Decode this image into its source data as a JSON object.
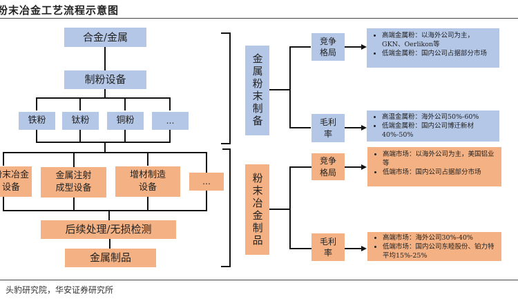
{
  "title": "粉末冶金工艺流程示意图",
  "source": "头豹研究院，华安证券研究所",
  "colors": {
    "blue": "#b4c7e7",
    "orange": "#f4b183",
    "line": "#111111"
  },
  "flow": {
    "top": "合金/金属",
    "equipment": "制粉设备",
    "powders": [
      "铁粉",
      "钛粉",
      "铜粉",
      "…"
    ],
    "processes": [
      "粉末冶金\n设备",
      "金属注射\n成型设备",
      "增材制造\n设备",
      "…"
    ],
    "post": "后续处理/无损检测",
    "product": "金属制品"
  },
  "right": {
    "powder_section": {
      "label": "金属粉末制备",
      "competition_label": "竞争格局",
      "margin_label": "毛利率",
      "competition_notes": [
        "高端金属粉：以海外公司为主，GKN、Oerlikon等",
        "低端金属粉：国内公司占据部分市场"
      ],
      "margin_notes": [
        "高温金属粉：海外公司50%-60%",
        "低端金属粉：国内公司博迁新材40%-50%"
      ]
    },
    "product_section": {
      "label": "粉末冶金制品",
      "competition_label": "竞争格局",
      "margin_label": "毛利率",
      "competition_notes": [
        "高端市场：以海外公司为主，美国铝业等",
        "低端市场：国内公司占据部分市场"
      ],
      "margin_notes": [
        "高端市场：海外公司30%-40%",
        "低端市场：国内公司东睦股份、铂力特平均15%-25%"
      ]
    }
  }
}
